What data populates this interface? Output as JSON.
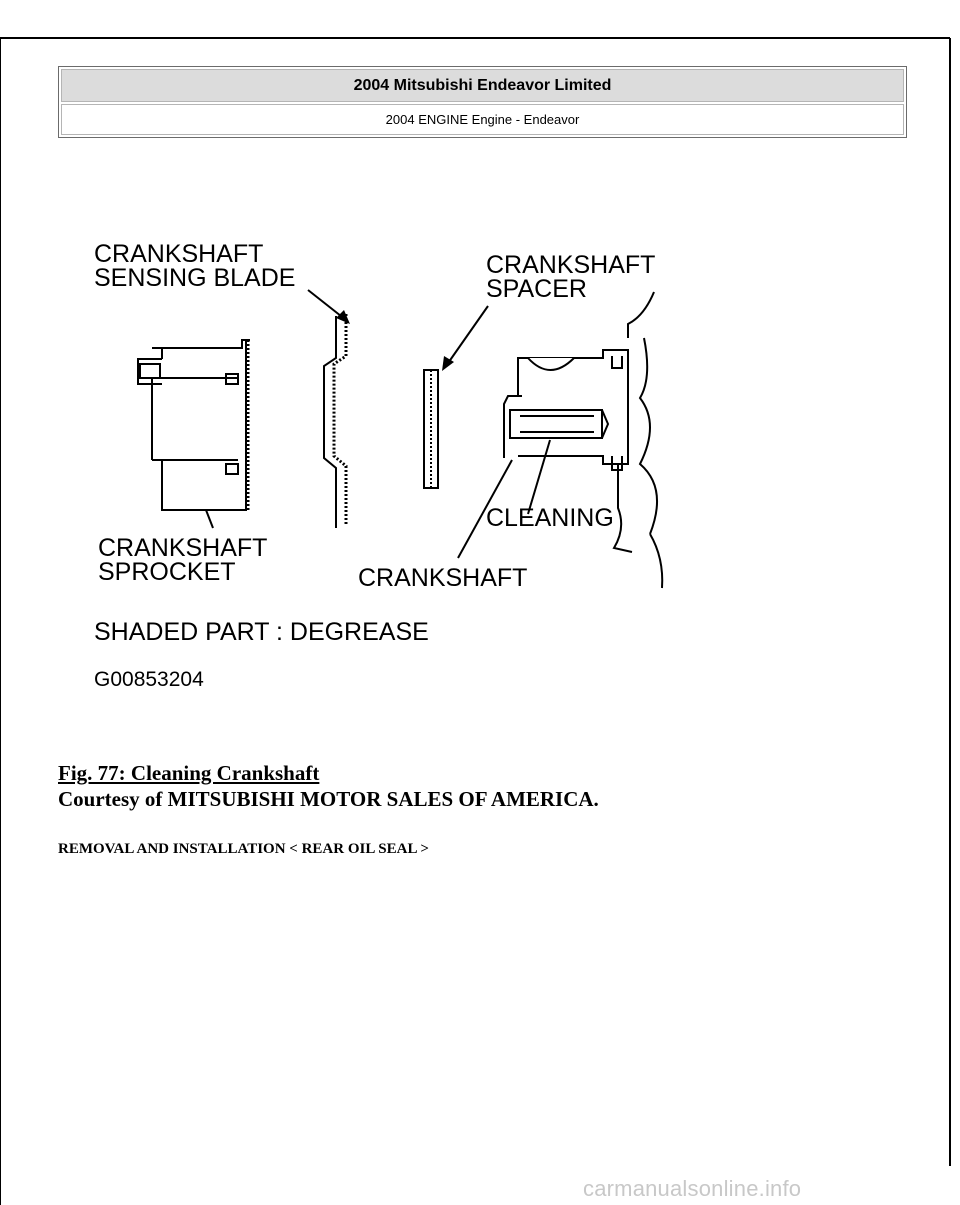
{
  "header": {
    "title": "2004 Mitsubishi Endeavor Limited",
    "subtitle": "2004 ENGINE Engine - Endeavor"
  },
  "figure": {
    "labels": {
      "sensing_blade_1": "CRANKSHAFT",
      "sensing_blade_2": "SENSING BLADE",
      "spacer_1": "CRANKSHAFT",
      "spacer_2": "SPACER",
      "sprocket_1": "CRANKSHAFT",
      "sprocket_2": "SPROCKET",
      "cleaning": "CLEANING",
      "crankshaft": "CRANKSHAFT",
      "note": "SHADED PART : DEGREASE",
      "code": "G00853204"
    }
  },
  "caption": {
    "figure_title": "Fig. 77: Cleaning Crankshaft",
    "courtesy": "Courtesy of MITSUBISHI MOTOR SALES OF AMERICA."
  },
  "section": {
    "heading": "REMOVAL AND INSTALLATION < REAR OIL SEAL >"
  },
  "watermark": "carmanualsonline.info"
}
